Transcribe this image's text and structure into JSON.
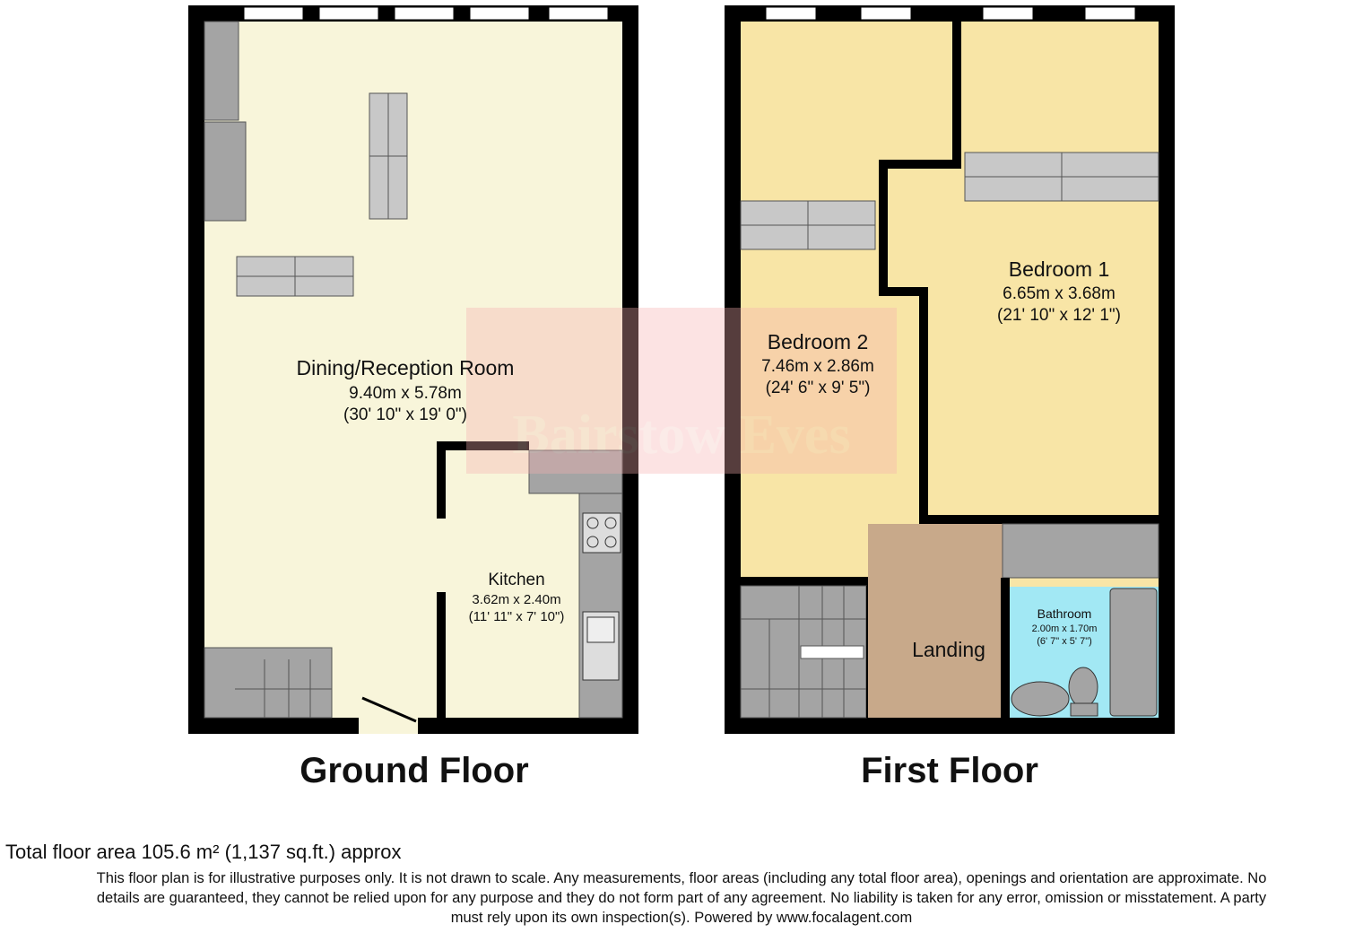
{
  "floors": {
    "ground": {
      "title": "Ground Floor",
      "rooms": [
        {
          "name": "Dining/Reception Room",
          "metric": "9.40m x 5.78m",
          "imperial": "(30' 10\" x 19' 0\")"
        },
        {
          "name": "Kitchen",
          "metric": "3.62m x 2.40m",
          "imperial": "(11' 11\" x 7' 10\")"
        }
      ]
    },
    "first": {
      "title": "First Floor",
      "rooms": [
        {
          "name": "Bedroom 1",
          "metric": "6.65m x 3.68m",
          "imperial": "(21' 10\" x 12' 1\")"
        },
        {
          "name": "Bedroom 2",
          "metric": "7.46m x 2.86m",
          "imperial": "(24' 6\" x 9' 5\")"
        },
        {
          "name": "Landing"
        },
        {
          "name": "Bathroom",
          "metric": "2.00m x 1.70m",
          "imperial": "(6' 7\" x 5' 7\")"
        }
      ]
    }
  },
  "watermark": "Bairstow Eves",
  "footer": {
    "total_area": "Total floor area 105.6 m² (1,137 sq.ft.) approx",
    "disclaimer_1": "This floor plan is for illustrative purposes only. It is not drawn to scale. Any measurements, floor areas (including any total floor area), openings and orientation are approximate. No",
    "disclaimer_2": "details are guaranteed, they cannot be relied upon for any purpose and they do not form part of any agreement. No liability is taken for any error, omission or misstatement. A party",
    "disclaimer_3": "must rely upon its own inspection(s). Powered by www.focalagent.com"
  },
  "colors": {
    "ground_floor": "#f8f5da",
    "bedroom": "#f8e5a6",
    "landing": "#c8a98a",
    "bathroom": "#a2e8f4",
    "fixture": "#a4a4a4",
    "wall": "#000000"
  }
}
